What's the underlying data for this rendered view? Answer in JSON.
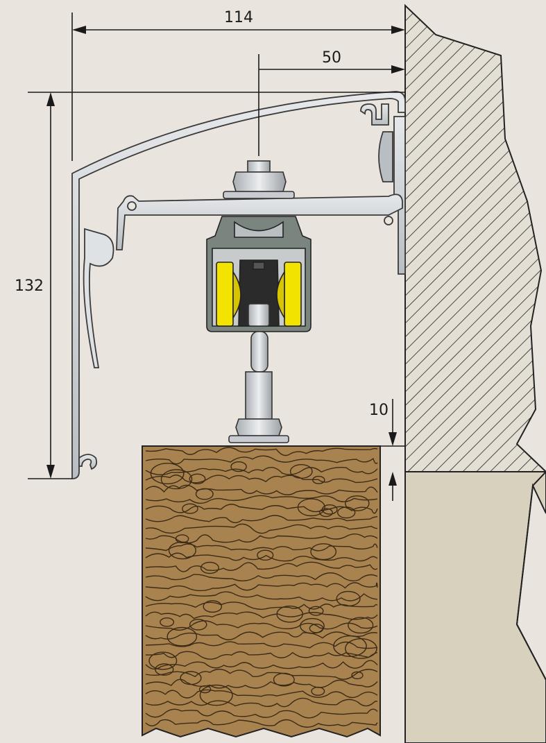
{
  "dimensions": {
    "overall_width": "114",
    "bolt_offset": "50",
    "overall_height": "132",
    "floor_gap": "10"
  },
  "colors": {
    "background": "#e9e5de",
    "wall_fill": "#e4dfd5",
    "wall_lower_fill": "#d8d1bd",
    "aluminium": "#cfd2d4",
    "aluminium_dark": "#9aa0a4",
    "carriage_housing": "#7a8580",
    "roller": "#f2e400",
    "roller_core": "#2b2b2b",
    "wood": "#a8834f",
    "wood_grain": "#3b2a15",
    "line": "#222222"
  },
  "icons": {
    "wall": "wall-hatched-section",
    "door": "wooden-door-leaf",
    "track": "aluminium-track-profile",
    "carriage": "roller-carriage",
    "bolt": "hex-nut-bolt"
  }
}
